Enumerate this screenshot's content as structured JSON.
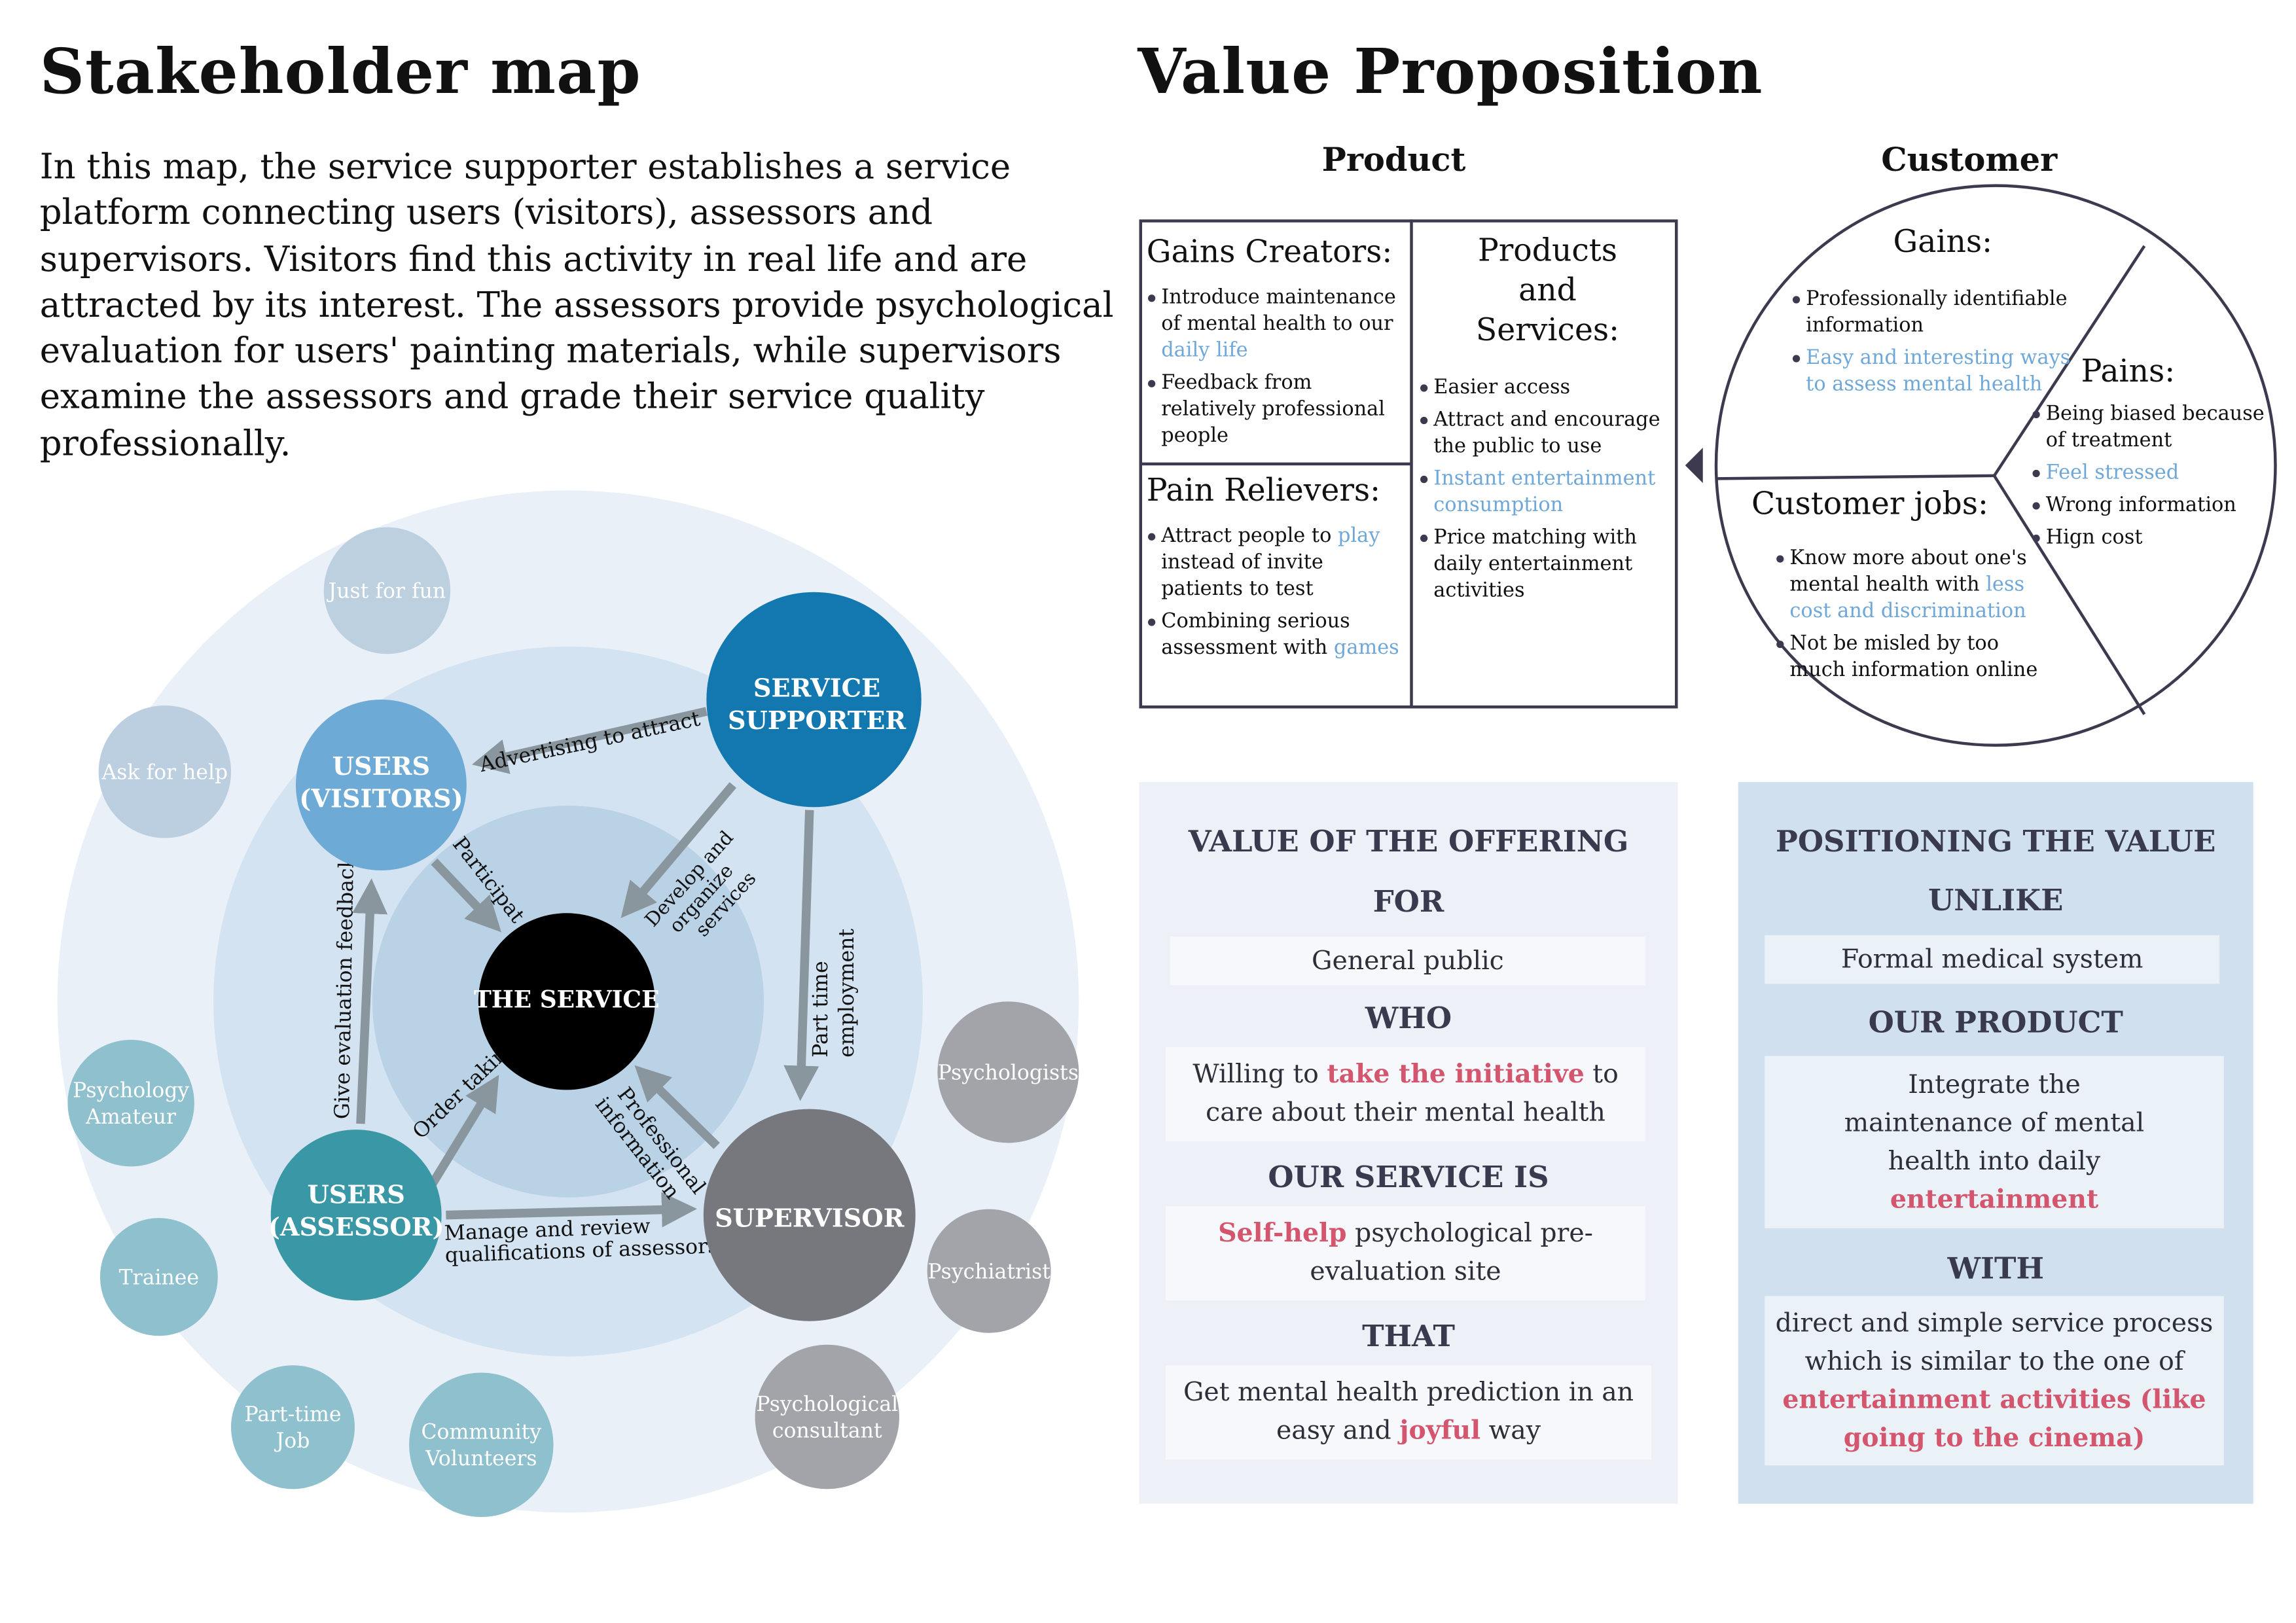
{
  "stakeholder": {
    "title": "Stakeholder map",
    "intro": "In this map, the service supporter establishes a service platform connecting users (visitors), assessors and supervisors. Visitors find this activity in real life and are attracted by its interest. The assessors provide psychological evaluation for users' painting materials, while supervisors examine the assessors and grade their service quality professionally.",
    "core": {
      "service": "THE SERVICE",
      "supporter": [
        "SERVICE",
        "SUPPORTER"
      ],
      "visitors": [
        "USERS",
        "(VISITORS)"
      ],
      "assessor": [
        "USERS",
        "(ASSESSOR)"
      ],
      "supervisor": "SUPERVISOR"
    },
    "outer": {
      "just_for_fun": [
        "Just for fun"
      ],
      "ask_for_help": [
        "Ask for help"
      ],
      "psychology_amateur": [
        "Psychology",
        "Amateur"
      ],
      "trainee": [
        "Trainee"
      ],
      "part_time_job": [
        "Part-time",
        "Job"
      ],
      "community_volunteers": [
        "Community",
        "Volunteers"
      ],
      "psychological_consultant": [
        "Psychological",
        "consultant"
      ],
      "psychiatrist": [
        "Psychiatrist"
      ],
      "psychologists": [
        "Psychologists"
      ]
    },
    "relations": {
      "advertising": "Advertising to attract",
      "develop": [
        "Develop and",
        "organize",
        "services"
      ],
      "part_time": [
        "Part time",
        "employment"
      ],
      "participate": "Participat",
      "feedback": "Give evaluation feedback",
      "order": "Order takin",
      "professional": [
        "Professional",
        "information"
      ],
      "manage": [
        "Manage and review",
        "qualifications of assessors"
      ]
    },
    "colors": {
      "supporter": "#1378b0",
      "visitors": "#6eaad6",
      "assessor": "#3a98a6",
      "supervisor": "#77787d",
      "service": "#000000",
      "arrow": "#8a969e"
    }
  },
  "value_prop": {
    "title": "Value Proposition",
    "product_heading": "Product",
    "customer_heading": "Customer",
    "gains_creators": {
      "title": "Gains Creators:",
      "items": [
        [
          {
            "t": "Introduce maintenance of mental health to our "
          },
          {
            "t": "daily life",
            "hl": true
          }
        ],
        [
          {
            "t": "Feedback from relatively professional people"
          }
        ]
      ]
    },
    "pain_relievers": {
      "title": "Pain Relievers:",
      "items": [
        [
          {
            "t": "Attract people to "
          },
          {
            "t": "play",
            "hl": true
          },
          {
            "t": " instead of invite patients to test"
          }
        ],
        [
          {
            "t": "Combining serious assessment with "
          },
          {
            "t": "games",
            "hl": true
          }
        ]
      ]
    },
    "products_services": {
      "title": [
        "Products",
        "and",
        "Services:"
      ],
      "items": [
        [
          {
            "t": "Easier access"
          }
        ],
        [
          {
            "t": "Attract and encourage the public to use"
          }
        ],
        [
          {
            "t": "Instant entertainment consumption",
            "hl": true
          }
        ],
        [
          {
            "t": "Price matching with daily entertainment activities"
          }
        ]
      ]
    },
    "gains": {
      "title": "Gains:",
      "items": [
        [
          {
            "t": "Professionally identifiable information"
          }
        ],
        [
          {
            "t": "Easy and interesting ways to assess mental health",
            "hl": true
          }
        ]
      ]
    },
    "pains": {
      "title": "Pains:",
      "items": [
        [
          {
            "t": "Being biased because of treatment"
          }
        ],
        [
          {
            "t": "Feel stressed",
            "hl": true
          }
        ],
        [
          {
            "t": "Wrong information"
          }
        ],
        [
          {
            "t": "Hign cost"
          }
        ]
      ]
    },
    "customer_jobs": {
      "title": "Customer jobs:",
      "items": [
        [
          {
            "t": "Know more about one's mental health with "
          },
          {
            "t": "less cost and discrimination",
            "hl": true
          }
        ],
        [
          {
            "t": "Not be misled by too much information online"
          }
        ]
      ]
    },
    "highlight_color": "#6fa8d8"
  },
  "offering": {
    "title": "VALUE OF THE OFFERING",
    "for_label": "FOR",
    "for_value": "General public",
    "who_label": "WHO",
    "who_value": [
      {
        "t": "Willing to "
      },
      {
        "t": "take the initiative",
        "pk": true
      },
      {
        "t": " to care about their mental health"
      }
    ],
    "service_label": "OUR SERVICE IS",
    "service_value": [
      {
        "t": "Self-help",
        "pk": true
      },
      {
        "t": " psychological pre-evaluation site"
      }
    ],
    "that_label": "THAT",
    "that_value": [
      {
        "t": "Get mental health prediction in an easy and "
      },
      {
        "t": "joyful",
        "pk": true
      },
      {
        "t": " way"
      }
    ]
  },
  "positioning": {
    "title": "POSITIONING THE VALUE",
    "unlike_label": "UNLIKE",
    "unlike_value": "Formal medical system",
    "product_label": "OUR PRODUCT",
    "product_value": [
      {
        "t": "Integrate the maintenance of mental health into daily "
      },
      {
        "t": "entertainment",
        "pk": true
      }
    ],
    "with_label": "WITH",
    "with_value": [
      {
        "t": "direct and simple service process which is similar to the one of "
      },
      {
        "t": "entertainment activities (like going to the cinema)",
        "pk": true
      }
    ]
  },
  "emphasis_color": "#d4566e"
}
